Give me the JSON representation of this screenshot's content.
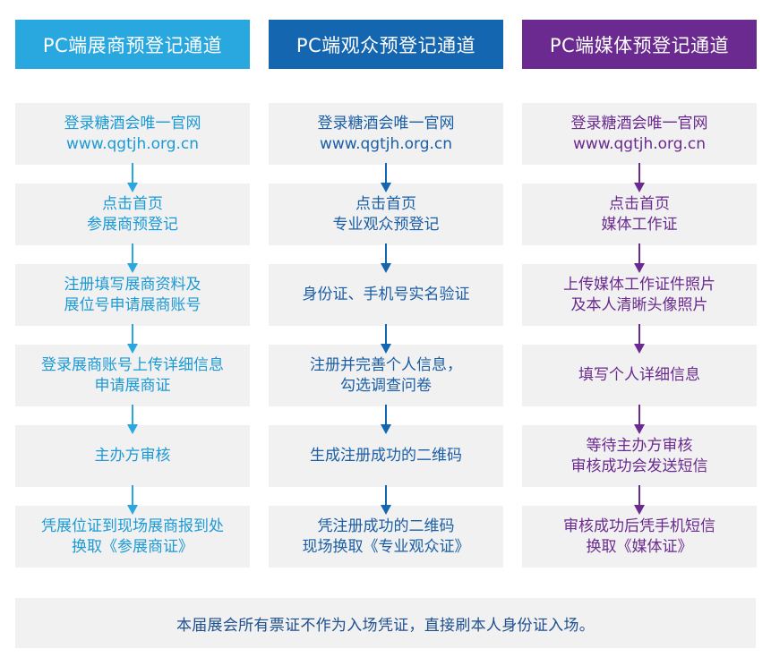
{
  "columns": [
    {
      "id": "exhibitor",
      "title": "PC端展商预登记通道",
      "header_color": "#29a8e0",
      "text_color": "#1b9ad6",
      "steps": [
        [
          "登录糖酒会唯一官网",
          "www.qgtjh.org.cn"
        ],
        [
          "点击首页",
          "参展商预登记"
        ],
        [
          "注册填写展商资料及",
          "展位号申请展商账号"
        ],
        [
          "登录展商账号上传详细信息",
          "申请展商证"
        ],
        [
          "主办方审核"
        ],
        [
          "凭展位证到现场展商报到处",
          "换取《参展商证》"
        ]
      ]
    },
    {
      "id": "visitor",
      "title": "PC端观众预登记通道",
      "header_color": "#1566b0",
      "text_color": "#1a5ea6",
      "steps": [
        [
          "登录糖酒会唯一官网",
          "www.qgtjh.org.cn"
        ],
        [
          "点击首页",
          "专业观众预登记"
        ],
        [
          "身份证、手机号实名验证"
        ],
        [
          "注册并完善个人信息，",
          "勾选调查问卷"
        ],
        [
          "生成注册成功的二维码"
        ],
        [
          "凭注册成功的二维码",
          "现场换取《专业观众证》"
        ]
      ]
    },
    {
      "id": "media",
      "title": "PC端媒体预登记通道",
      "header_color": "#6a2a8f",
      "text_color": "#6a2a8f",
      "steps": [
        [
          "登录糖酒会唯一官网",
          "www.qgtjh.org.cn"
        ],
        [
          "点击首页",
          "媒体工作证"
        ],
        [
          "上传媒体工作证件照片",
          "及本人清晰头像照片"
        ],
        [
          "填写个人详细信息"
        ],
        [
          "等待主办方审核",
          "审核成功会发送短信"
        ],
        [
          "审核成功后凭手机短信",
          "换取《媒体证》"
        ]
      ]
    }
  ],
  "footer_note": "本届展会所有票证不作为入场凭证，直接刷本人身份证入场。"
}
